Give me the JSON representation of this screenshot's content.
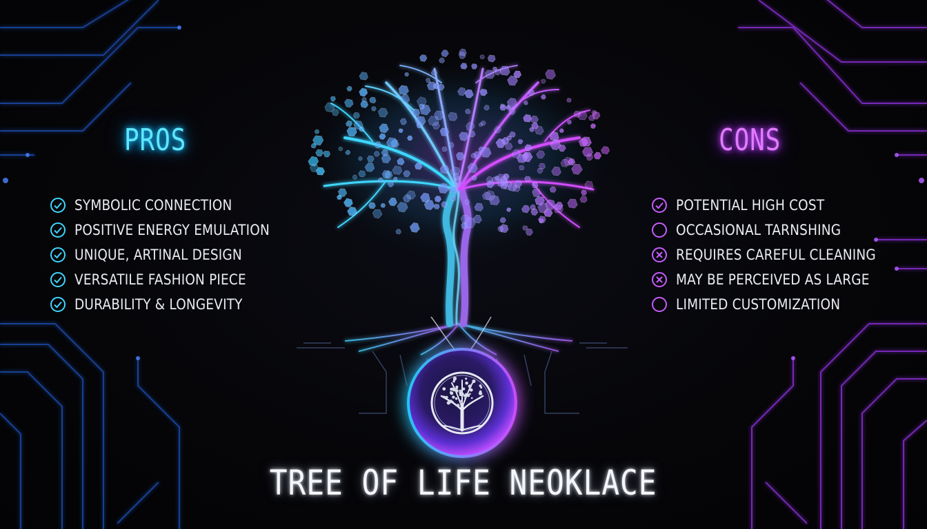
{
  "colors": {
    "pros_accent": "#5ee6ff",
    "cons_accent": "#e27bff",
    "background": "#050508",
    "text": "#e9ecf2"
  },
  "pros": {
    "heading": "PROS",
    "items": [
      {
        "label": "SYMBOLIC CONNECTION",
        "icon": "check-circle-icon"
      },
      {
        "label": "POSITIVE ENERGY EMULATION",
        "icon": "check-circle-icon"
      },
      {
        "label": "UNIQUE, ARTINAL DESIGN",
        "icon": "check-circle-icon"
      },
      {
        "label": "VERSATILE FASHION PIECE",
        "icon": "check-circle-icon"
      },
      {
        "label": "DURABILITY & LONGEVITY",
        "icon": "check-circle-icon"
      }
    ]
  },
  "cons": {
    "heading": "CONS",
    "items": [
      {
        "label": "POTENTIAL HIGH COST",
        "icon": "check-circle-icon"
      },
      {
        "label": "OCCASIONAL TARNSHING",
        "icon": "empty-circle-icon"
      },
      {
        "label": "REQUIRES CAREFUL CLEANING",
        "icon": "x-circle-icon"
      },
      {
        "label": "MAY BE PERCEIVED AS LARGE",
        "icon": "x-circle-icon"
      },
      {
        "label": "LIMITED CUSTOMIZATION",
        "icon": "empty-circle-icon"
      }
    ]
  },
  "title": "TREE OF LIFE NEOKLACE",
  "illustration": {
    "subject": "glowing-tree-of-life-icon",
    "pendant": "tree-pendant-icon"
  }
}
